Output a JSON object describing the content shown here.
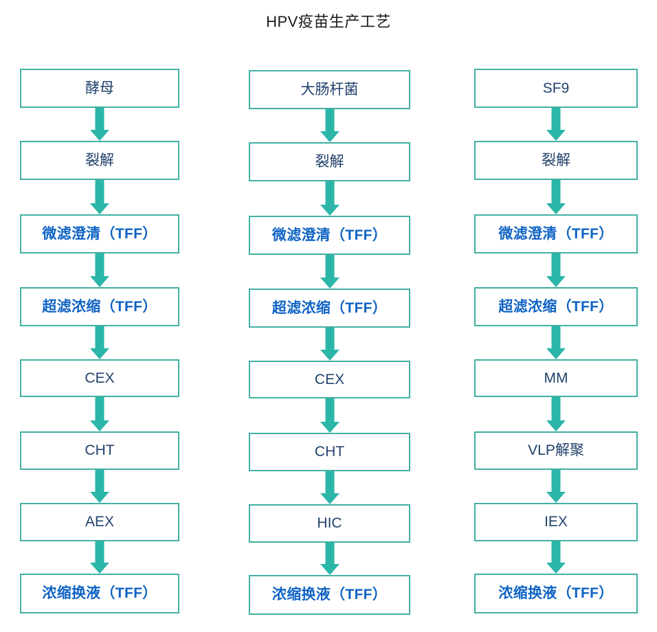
{
  "title": "HPV疫苗生产工艺",
  "colors": {
    "box_border": "#41b0a3",
    "arrow": "#2bb6a8",
    "text_normal": "#21416b",
    "text_emphasis": "#0f63c4",
    "title": "#1a1a1a",
    "background": "#ffffff"
  },
  "chart_data": {
    "type": "diagram",
    "title": "HPV疫苗生产工艺",
    "layout": "three parallel vertical flowcharts, top-to-bottom arrows",
    "columns": [
      {
        "name": "yeast-process",
        "steps": [
          "酵母",
          "裂解",
          "微滤澄清（TFF）",
          "超滤浓缩（TFF）",
          "CEX",
          "CHT",
          "AEX",
          "浓缩换液（TFF）"
        ],
        "emphasis": [
          false,
          false,
          true,
          true,
          false,
          false,
          false,
          true
        ]
      },
      {
        "name": "ecoli-process",
        "steps": [
          "大肠杆菌",
          "裂解",
          "微滤澄清（TFF）",
          "超滤浓缩（TFF）",
          "CEX",
          "CHT",
          "HIC",
          "浓缩换液（TFF）"
        ],
        "emphasis": [
          false,
          false,
          true,
          true,
          false,
          false,
          false,
          true
        ]
      },
      {
        "name": "sf9-process",
        "steps": [
          "SF9",
          "裂解",
          "微滤澄清（TFF）",
          "超滤浓缩（TFF）",
          "MM",
          "VLP解聚",
          "IEX",
          "浓缩换液（TFF）"
        ],
        "emphasis": [
          false,
          false,
          true,
          true,
          false,
          false,
          false,
          true
        ]
      }
    ]
  },
  "flow": {
    "col1": {
      "s0": "酵母",
      "s1": "裂解",
      "s2": "微滤澄清（TFF）",
      "s3": "超滤浓缩（TFF）",
      "s4": "CEX",
      "s5": "CHT",
      "s6": "AEX",
      "s7": "浓缩换液（TFF）"
    },
    "col2": {
      "s0": "大肠杆菌",
      "s1": "裂解",
      "s2": "微滤澄清（TFF）",
      "s3": "超滤浓缩（TFF）",
      "s4": "CEX",
      "s5": "CHT",
      "s6": "HIC",
      "s7": "浓缩换液（TFF）"
    },
    "col3": {
      "s0": "SF9",
      "s1": "裂解",
      "s2": "微滤澄清（TFF）",
      "s3": "超滤浓缩（TFF）",
      "s4": "MM",
      "s5": "VLP解聚",
      "s6": "IEX",
      "s7": "浓缩换液（TFF）"
    }
  }
}
